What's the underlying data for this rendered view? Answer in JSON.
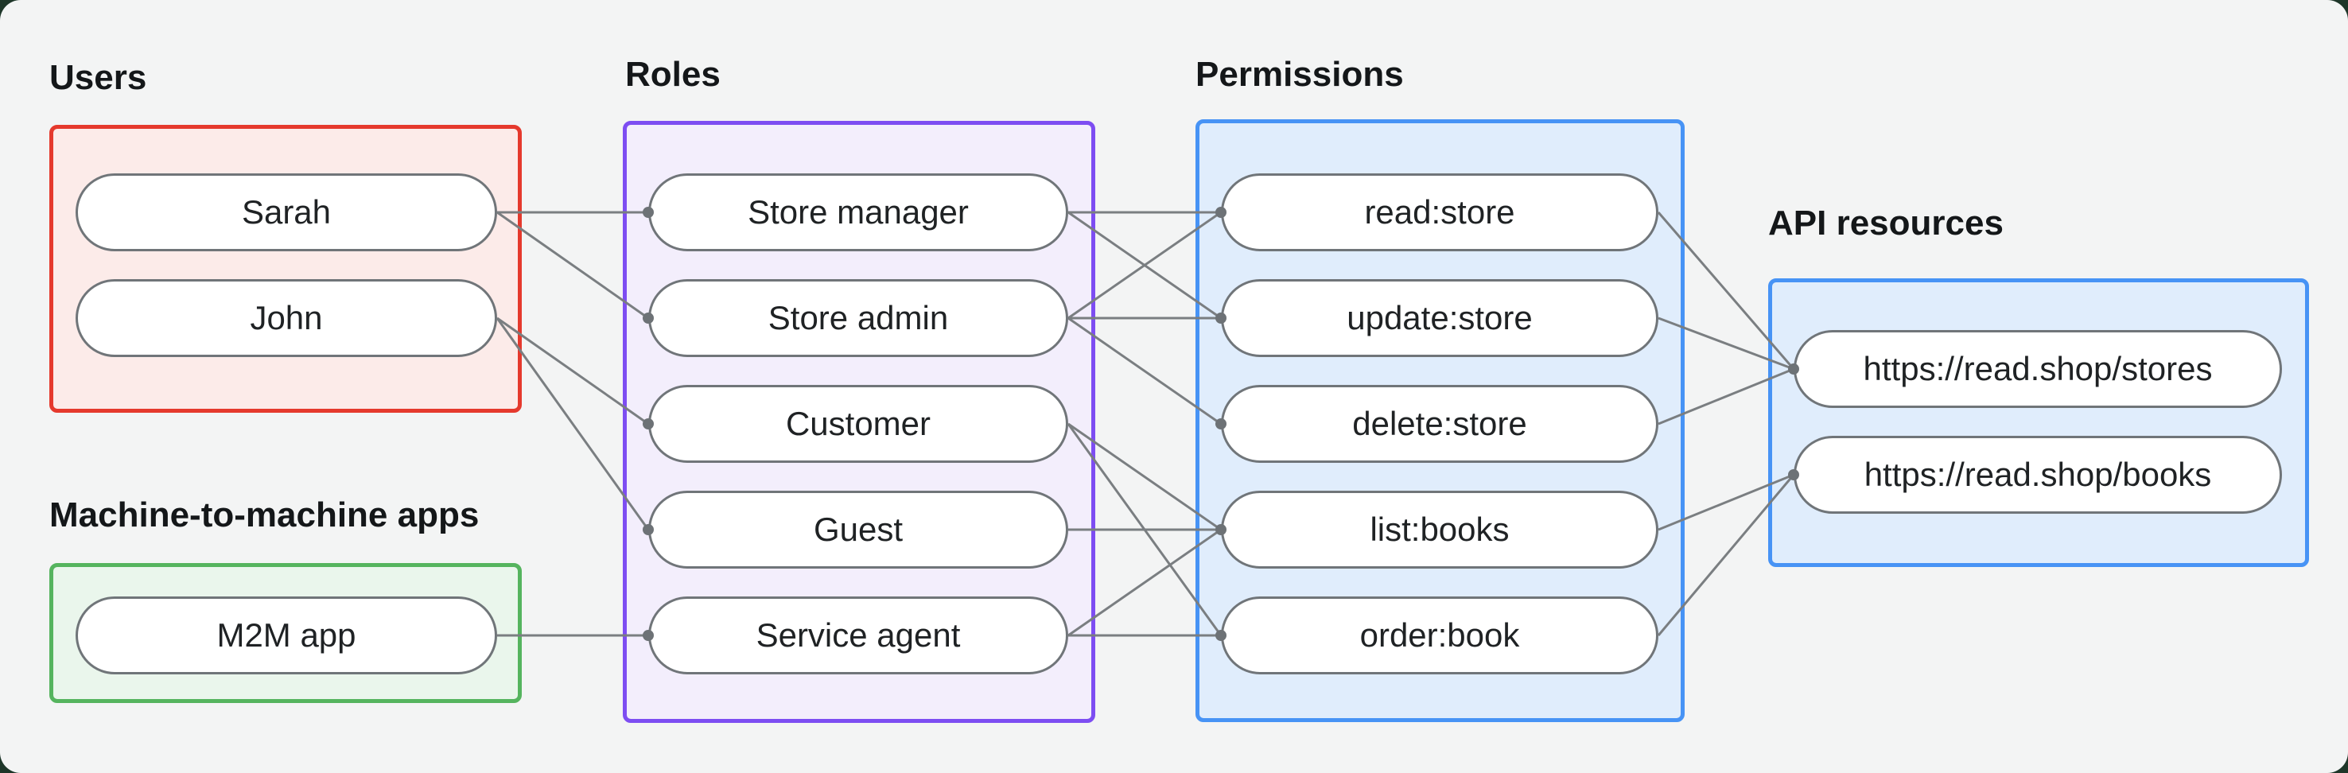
{
  "canvas": {
    "background": "#f3f4f4",
    "frame_background": "#1e3629"
  },
  "connectors": {
    "line_color": "#7a7e81",
    "dot_color": "#6d7276"
  },
  "groups": [
    {
      "id": "users",
      "label": "Users",
      "border_color": "#e5392d",
      "fill_color": "#fcebe9",
      "items": [
        {
          "id": "sarah",
          "label": "Sarah"
        },
        {
          "id": "john",
          "label": "John"
        }
      ]
    },
    {
      "id": "m2m",
      "label": "Machine-to-machine apps",
      "border_color": "#55b45e",
      "fill_color": "#eaf6ec",
      "items": [
        {
          "id": "m2m-app",
          "label": "M2M app"
        }
      ]
    },
    {
      "id": "roles",
      "label": "Roles",
      "border_color": "#7d4df2",
      "fill_color": "#f3eefc",
      "items": [
        {
          "id": "store-manager",
          "label": "Store manager"
        },
        {
          "id": "store-admin",
          "label": "Store admin"
        },
        {
          "id": "customer",
          "label": "Customer"
        },
        {
          "id": "guest",
          "label": "Guest"
        },
        {
          "id": "service-agent",
          "label": "Service agent"
        }
      ]
    },
    {
      "id": "permissions",
      "label": "Permissions",
      "border_color": "#4793f5",
      "fill_color": "#e0edfc",
      "items": [
        {
          "id": "read-store",
          "label": "read:store"
        },
        {
          "id": "update-store",
          "label": "update:store"
        },
        {
          "id": "delete-store",
          "label": "delete:store"
        },
        {
          "id": "list-books",
          "label": "list:books"
        },
        {
          "id": "order-book",
          "label": "order:book"
        }
      ]
    },
    {
      "id": "api",
      "label": "API resources",
      "border_color": "#4793f5",
      "fill_color": "#e0edfc",
      "items": [
        {
          "id": "stores",
          "label": "https://read.shop/stores"
        },
        {
          "id": "books",
          "label": "https://read.shop/books"
        }
      ]
    }
  ],
  "edges": [
    {
      "from": "sarah",
      "to": "store-manager"
    },
    {
      "from": "sarah",
      "to": "store-admin"
    },
    {
      "from": "john",
      "to": "customer"
    },
    {
      "from": "john",
      "to": "guest"
    },
    {
      "from": "m2m-app",
      "to": "service-agent"
    },
    {
      "from": "store-manager",
      "to": "read-store"
    },
    {
      "from": "store-manager",
      "to": "update-store"
    },
    {
      "from": "store-admin",
      "to": "read-store"
    },
    {
      "from": "store-admin",
      "to": "update-store"
    },
    {
      "from": "store-admin",
      "to": "delete-store"
    },
    {
      "from": "customer",
      "to": "list-books"
    },
    {
      "from": "customer",
      "to": "order-book"
    },
    {
      "from": "guest",
      "to": "list-books"
    },
    {
      "from": "service-agent",
      "to": "list-books"
    },
    {
      "from": "service-agent",
      "to": "order-book"
    },
    {
      "from": "read-store",
      "to": "stores"
    },
    {
      "from": "update-store",
      "to": "stores"
    },
    {
      "from": "delete-store",
      "to": "stores"
    },
    {
      "from": "list-books",
      "to": "books"
    },
    {
      "from": "order-book",
      "to": "books"
    }
  ]
}
